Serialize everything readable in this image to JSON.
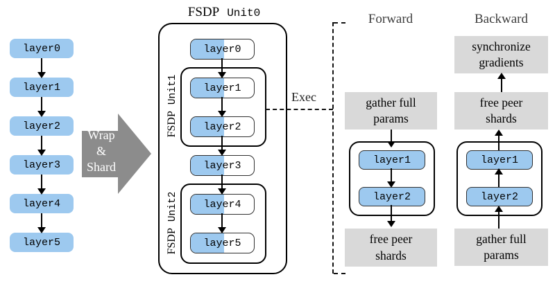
{
  "colors": {
    "layer_blue": "#9DC9EF",
    "gray_box": "#D9D9D9",
    "wrap_arrow_gray": "#8C8C8C"
  },
  "left_chain": {
    "layers": [
      "layer0",
      "layer1",
      "layer2",
      "layer3",
      "layer4",
      "layer5"
    ]
  },
  "wrap_arrow": {
    "lines": [
      "Wrap",
      "&",
      "Shard"
    ]
  },
  "fsdp_unit0": {
    "title_serif": "FSDP",
    "title_mono": "Unit0",
    "layer0": "layer0",
    "layer3": "layer3",
    "unit1": {
      "label_serif": "FSDP",
      "label_mono": "Unit1",
      "layers": [
        "layer1",
        "layer2"
      ]
    },
    "unit2": {
      "label_serif": "FSDP",
      "label_mono": "Unit2",
      "layers": [
        "layer4",
        "layer5"
      ]
    }
  },
  "exec": {
    "label": "Exec"
  },
  "forward": {
    "title": "Forward",
    "gather_lines": [
      "gather full",
      "params"
    ],
    "layers": [
      "layer1",
      "layer2"
    ],
    "free_lines": [
      "free peer",
      "shards"
    ]
  },
  "backward": {
    "title": "Backward",
    "sync_lines": [
      "synchronize",
      "gradients"
    ],
    "free_lines": [
      "free peer",
      "shards"
    ],
    "layers": [
      "layer1",
      "layer2"
    ],
    "gather_lines": [
      "gather full",
      "params"
    ]
  }
}
